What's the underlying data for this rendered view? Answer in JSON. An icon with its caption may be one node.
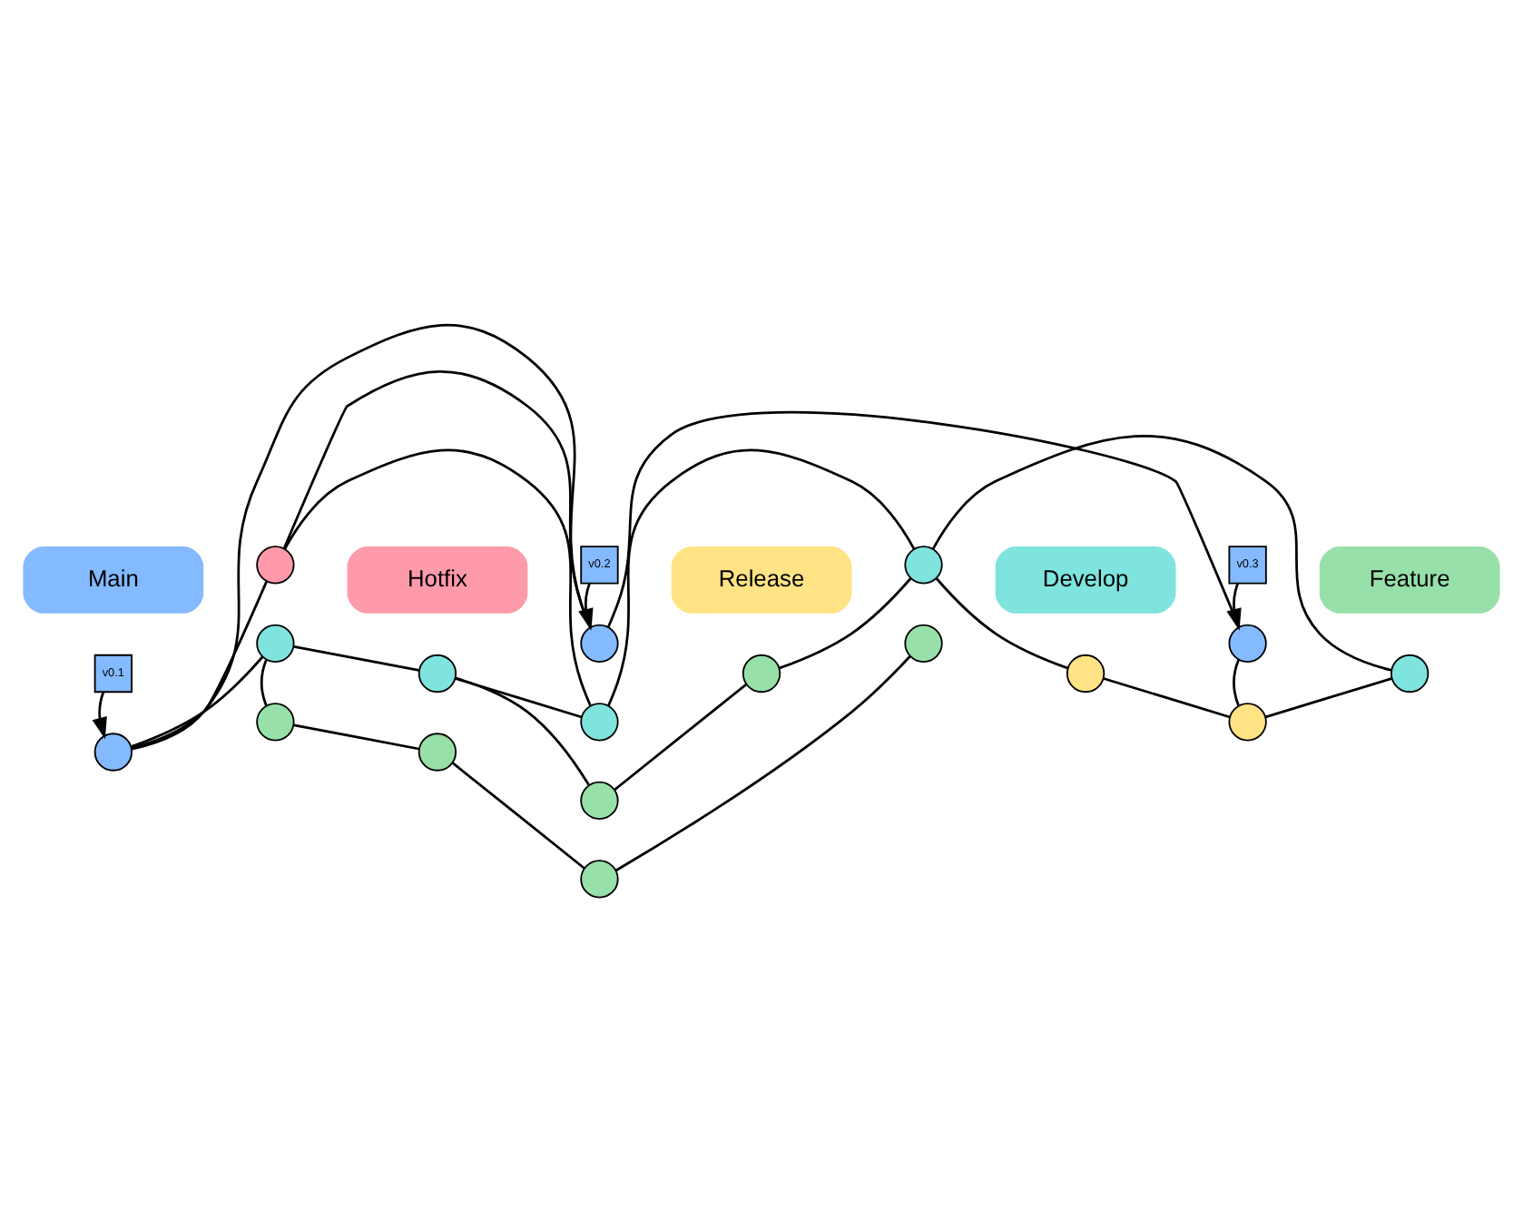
{
  "diagram": {
    "nodes": [
      {
        "text": [
          "v0.1"
        ]
      },
      {
        "text": [
          "v0.2"
        ]
      },
      {
        "text": [
          "v0.3"
        ]
      },
      {
        "text": [],
        "shape": "circle"
      },
      {
        "text": [],
        "shape": "circle"
      },
      {
        "text": [],
        "shape": "circle"
      },
      {
        "text": [],
        "shape": "circle"
      },
      {
        "text": [],
        "shape": "circle"
      },
      {
        "text": [],
        "shape": "circle"
      },
      {
        "text": [],
        "shape": "circle"
      },
      {
        "text": [],
        "shape": "circle"
      },
      {
        "text": [],
        "shape": "circle"
      },
      {
        "text": [],
        "shape": "circle"
      },
      {
        "text": [],
        "shape": "circle"
      },
      {
        "text": [],
        "shape": "circle"
      },
      {
        "text": [],
        "shape": "circle"
      },
      {
        "text": [],
        "shape": "circle"
      },
      {
        "text": [],
        "shape": "circle"
      },
      {
        "text": [],
        "shape": "circle"
      },
      {
        "text": [],
        "shape": "circle"
      }
    ],
    "edges": [
      {
        "from": 0,
        "to": 3,
        "arrow": "to"
      },
      {
        "from": 1,
        "to": 4,
        "arrow": "to"
      },
      {
        "from": 2,
        "to": 5,
        "arrow": "to"
      },
      {
        "from": 3,
        "to": 4,
        "arrow": "none"
      },
      {
        "from": 4,
        "to": 5,
        "arrow": "none"
      },
      {
        "from": 3,
        "to": 6,
        "arrow": "none"
      },
      {
        "from": 6,
        "to": 4,
        "arrow": "none"
      },
      {
        "from": 3,
        "to": 9,
        "arrow": "none"
      },
      {
        "from": 6,
        "to": 11,
        "arrow": "none"
      },
      {
        "from": 9,
        "to": 10,
        "arrow": "none"
      },
      {
        "from": 10,
        "to": 11,
        "arrow": "none"
      },
      {
        "from": 11,
        "to": 12,
        "arrow": "none"
      },
      {
        "from": 12,
        "to": 13,
        "arrow": "none"
      },
      {
        "from": 10,
        "to": 14,
        "arrow": "none"
      },
      {
        "from": 14,
        "to": 15,
        "arrow": "none"
      },
      {
        "from": 15,
        "to": 12,
        "arrow": "none"
      },
      {
        "from": 12,
        "to": 7,
        "arrow": "none"
      },
      {
        "from": 7,
        "to": 8,
        "arrow": "none"
      },
      {
        "from": 8,
        "to": 13,
        "arrow": "none"
      },
      {
        "from": 8,
        "to": 5,
        "arrow": "none"
      },
      {
        "from": 9,
        "to": 16,
        "arrow": "none"
      },
      {
        "from": 16,
        "to": 17,
        "arrow": "none"
      },
      {
        "from": 17,
        "to": 18,
        "arrow": "none"
      },
      {
        "from": 18,
        "to": 19,
        "arrow": "none"
      }
    ],
    "legend": [
      {
        "text": "Main",
        "color": "#84baff"
      },
      {
        "text": "Hotfix",
        "color": "#ff9aab"
      },
      {
        "text": "Release",
        "color": "#ffe385"
      },
      {
        "text": "Develop",
        "color": "#7fe3de"
      },
      {
        "text": "Feature",
        "color": "#98e0a9"
      }
    ]
  }
}
